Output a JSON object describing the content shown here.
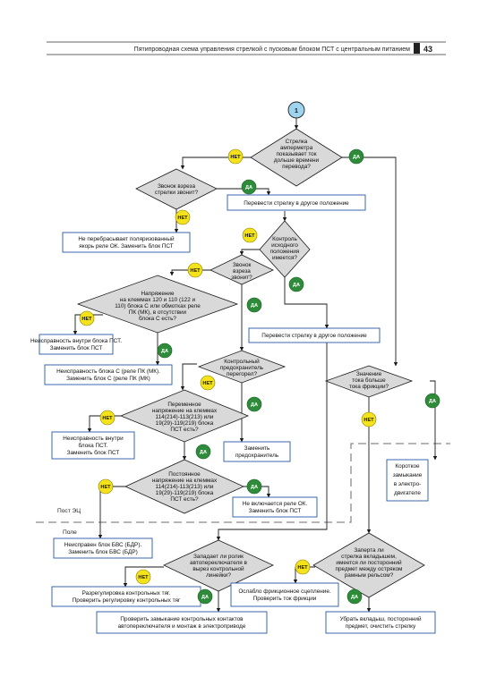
{
  "header": {
    "title": "Пятипроводная схема управления стрелкой с пусковым блоком ПСТ с центральным питанием",
    "page_number": "43"
  },
  "badges": {
    "yes": "ДА",
    "no": "НЕТ",
    "connector": "1"
  },
  "zones": {
    "ec": "Пост ЭЦ",
    "field": "Поле"
  },
  "decisions": {
    "d1": [
      "Стрелка",
      "амперметра",
      "показывает ток",
      "дольше времени",
      "перевода?"
    ],
    "d2": [
      "Звонок взреза",
      "стрелки звонит?"
    ],
    "d3": [
      "Контроль",
      "исходного",
      "положения",
      "имеется?"
    ],
    "d4": [
      "Звонок",
      "взреза",
      "звонит?"
    ],
    "d5": [
      "Напряжение",
      "на клеммах 120 и 110 (122 и",
      "110) блока С или обмотках реле",
      "ПК (МК), в отсутствии",
      "блока С есть?"
    ],
    "d6": [
      "Контрольный",
      "предохранитель",
      "перегорел?"
    ],
    "d7": [
      "Значение",
      "тока больше",
      "тока фрикции?"
    ],
    "d8": [
      "Переменное",
      "напряжение на клеммах",
      "114(214)-113(213) или",
      "19(29)-119(219) блока",
      "ПСТ есть?"
    ],
    "d9": [
      "Постоянное",
      "напряжение на клеммах",
      "114(214)-113(213) или",
      "19(29)-119(219) блока",
      "ПСТ есть?"
    ],
    "d10": [
      "Западает ли ролик",
      "автопереключателя в",
      "вырез контрольной",
      "линейки?"
    ],
    "d11": [
      "Заперта ли",
      "стрелка вкладышем,",
      "имеется ли посторонний",
      "предмет между остряком",
      "рамным рельсом?"
    ]
  },
  "boxes": {
    "b1": [
      "Перевести стрелку в другое положение"
    ],
    "b2": [
      "Не перебрасывает поляризованный",
      "якорь реле ОК. Заменить блок ПСТ"
    ],
    "b3": [
      "Неисправность внутри блока ПСТ.",
      "Заменить блок ПСТ"
    ],
    "b4": [
      "Перевести стрелку в другое положение"
    ],
    "b5": [
      "Неисправность блока С (реле ПК (МК).",
      "Заменить блок С (реле ПК (МК)"
    ],
    "b6": [
      "Неисправность внутри",
      "блока ПСТ.",
      "Заменить блок ПСТ"
    ],
    "b7": [
      "Заменить",
      "предохранитель"
    ],
    "b8": [
      "Короткое",
      "замыкание",
      "в электро-",
      "двигателе"
    ],
    "b9": [
      "Не включается реле ОК.",
      "Заменить блок ПСТ"
    ],
    "b10": [
      "Неисправен блок БВС (БДР).",
      "Заменить блок БВС (БДР)"
    ],
    "b11": [
      "Разрегулировка контрольных тяг.",
      "Проверить регулировку контрольных тяг"
    ],
    "b12": [
      "Ослабло фрикционное сцепление.",
      "Проверить ток фрикции"
    ],
    "b13": [
      "Проверить замыкание контрольных контактов",
      "автопереключателя и монтаж в электроприводе"
    ],
    "b14": [
      "Убрать вкладыш, посторонний",
      "предмет, очистить стрелку"
    ]
  },
  "colors": {
    "yes_badge": "#2e8b3a",
    "no_badge": "#f4e21a",
    "connector": "#9fd4ef",
    "box_border": "#2a57a8",
    "diamond_fill": "#d9d9d9"
  }
}
